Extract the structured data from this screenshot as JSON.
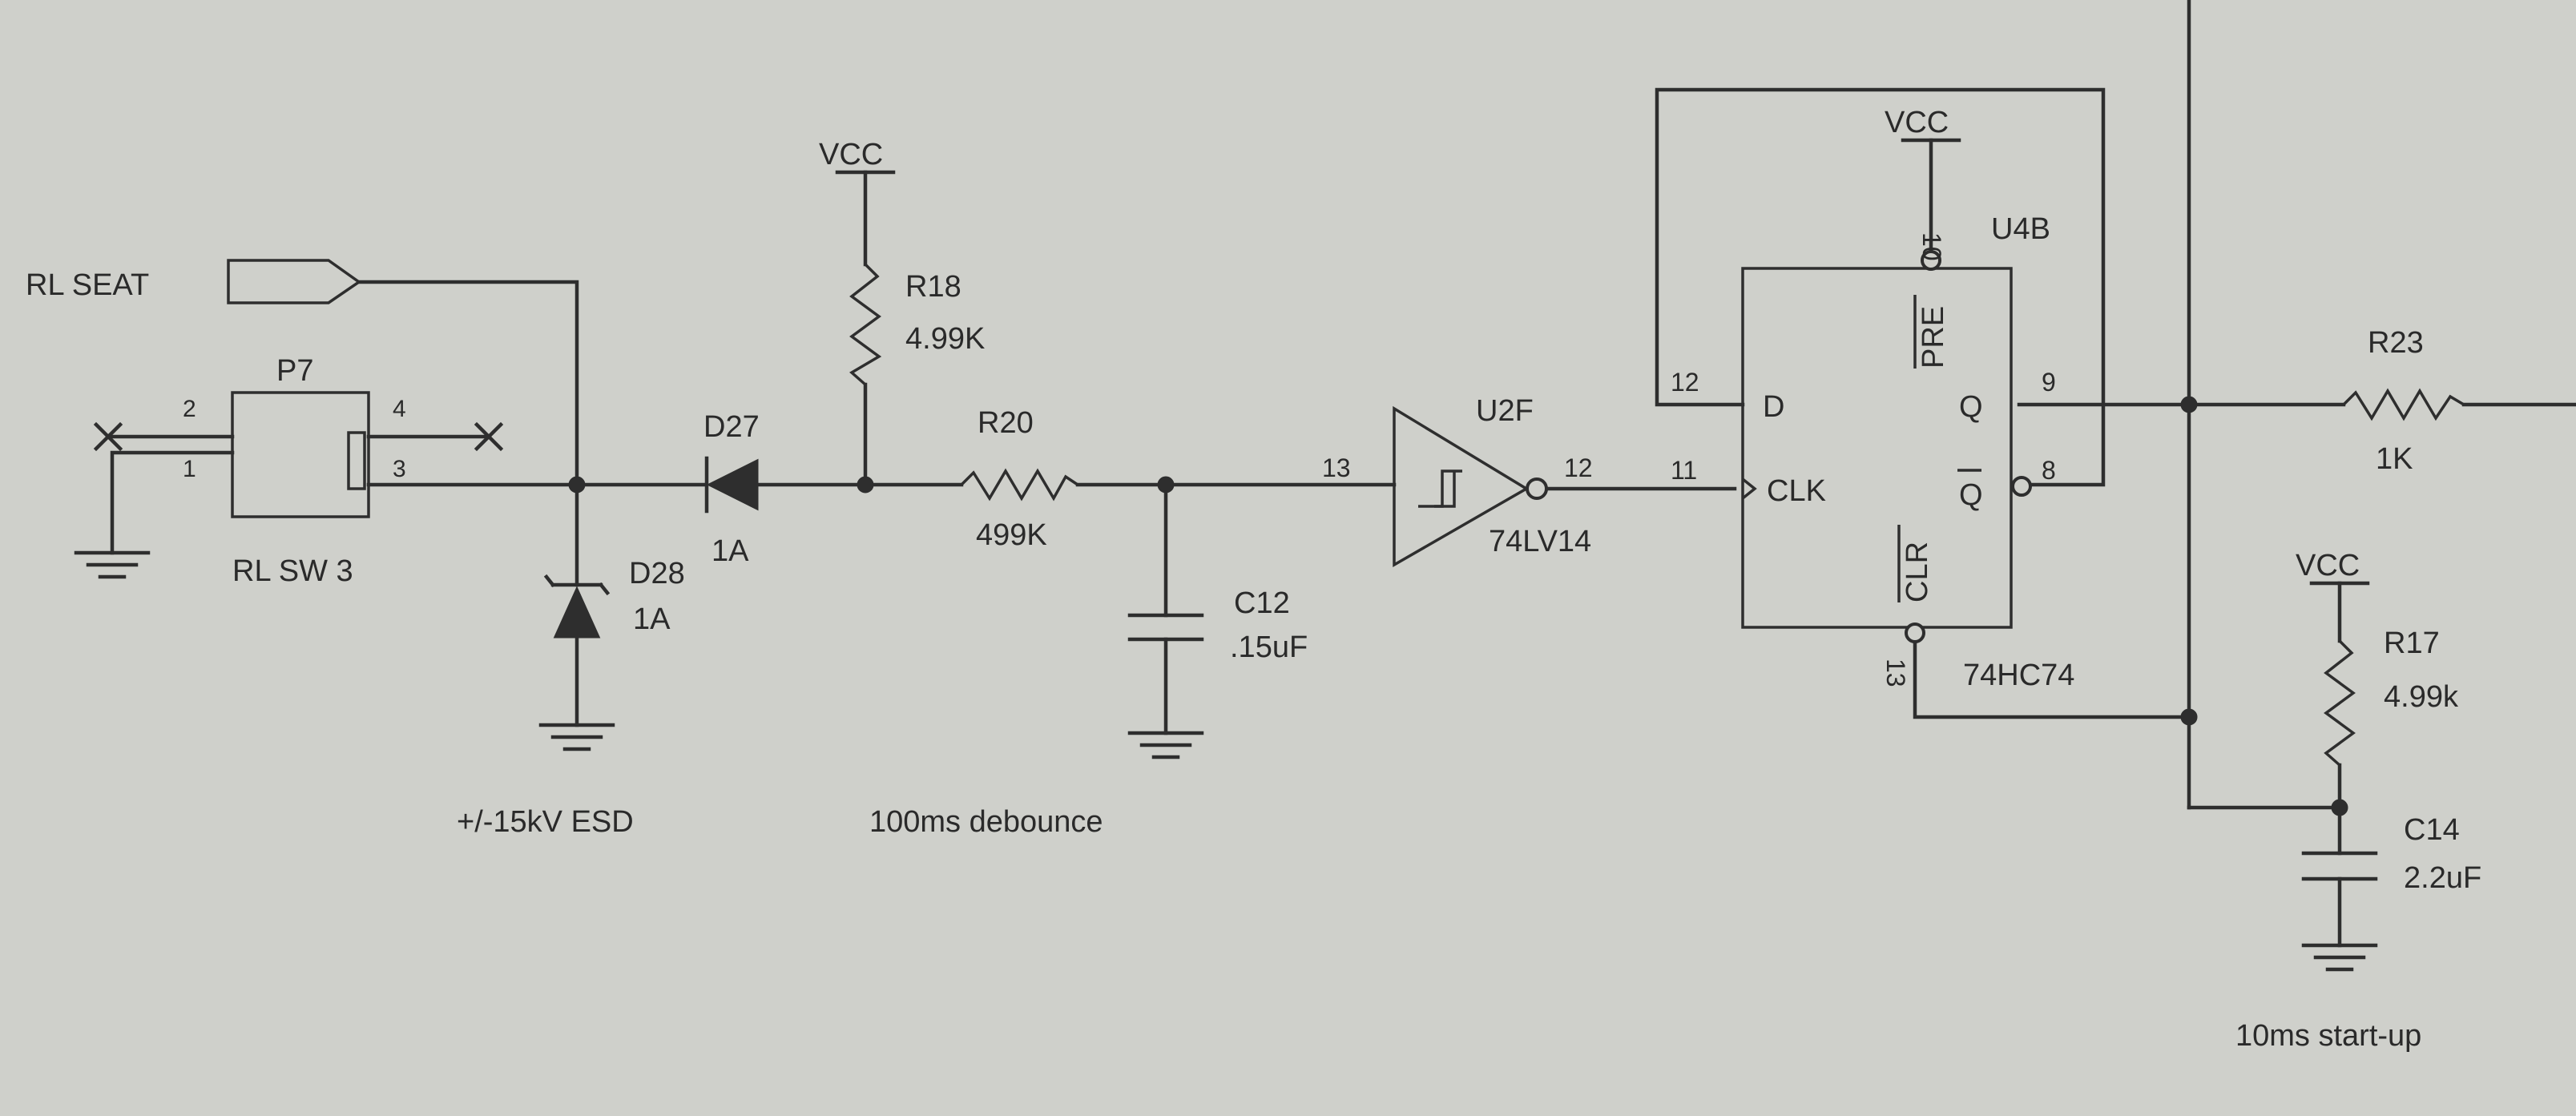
{
  "colors": {
    "background": "#cfd0cb",
    "ink": "#2e2e2e"
  },
  "net_labels": {
    "rl_seat": "RL SEAT",
    "vcc_r18": "VCC",
    "vcc_u4b": "VCC",
    "vcc_r17": "VCC"
  },
  "components": {
    "p7": {
      "ref": "P7",
      "name": "RL SW 3",
      "pins": [
        "2",
        "1",
        "4",
        "3"
      ]
    },
    "d28": {
      "ref": "D28",
      "value": "1A"
    },
    "d27": {
      "ref": "D27",
      "value": "1A"
    },
    "r18": {
      "ref": "R18",
      "value": "4.99K"
    },
    "r20": {
      "ref": "R20",
      "value": "499K"
    },
    "c12": {
      "ref": "C12",
      "value": ".15uF"
    },
    "u2f": {
      "ref": "U2F",
      "part": "74LV14",
      "pin_in": "13",
      "pin_out": "12"
    },
    "u4b": {
      "ref": "U4B",
      "part": "74HC74",
      "labels": {
        "d": "D",
        "clk": "CLK",
        "q": "Q",
        "qbar": "Q",
        "pre": "PRE",
        "clr": "CLR"
      },
      "pins": {
        "d": "12",
        "clk": "11",
        "q": "9",
        "qbar": "8",
        "pre": "10",
        "clr": "13"
      }
    },
    "r23": {
      "ref": "R23",
      "value": "1K"
    },
    "r17": {
      "ref": "R17",
      "value": "4.99k"
    },
    "c14": {
      "ref": "C14",
      "value": "2.2uF"
    }
  },
  "annotations": {
    "esd": "+/-15kV ESD",
    "debounce": "100ms debounce",
    "startup": "10ms start-up"
  }
}
